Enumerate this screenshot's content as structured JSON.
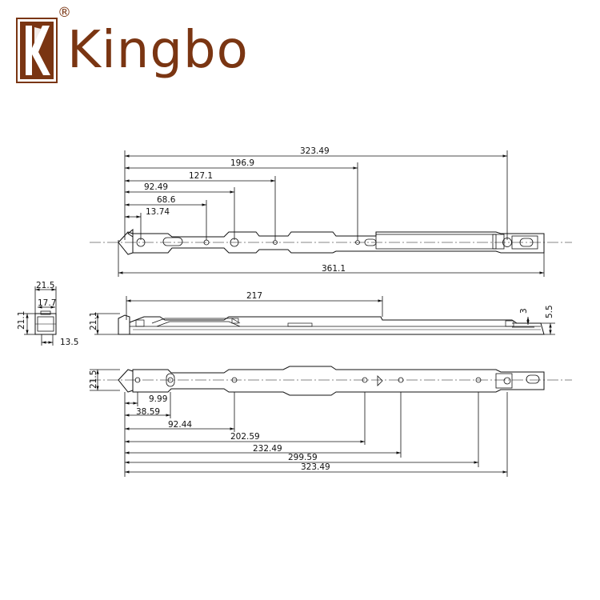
{
  "brand": {
    "name": "Kingbo",
    "logo_letter": "K",
    "registered_symbol": "®",
    "color": "#7a3512"
  },
  "top_view": {
    "dimensions": [
      "323.49",
      "196.9",
      "127.1",
      "92.49",
      "68.6",
      "13.74",
      "361.1"
    ]
  },
  "side_view": {
    "dimensions": [
      "217",
      "21.1",
      "3",
      "5.5"
    ]
  },
  "end_view": {
    "dimensions": [
      "21.5",
      "17.7",
      "21.1",
      "13.5"
    ]
  },
  "bottom_view": {
    "dimensions": [
      "21.5",
      "9.99",
      "38.59",
      "92.44",
      "202.59",
      "232.49",
      "299.59",
      "323.49"
    ]
  },
  "colors": {
    "line": "#1a1a1a",
    "brand": "#7a3512"
  }
}
